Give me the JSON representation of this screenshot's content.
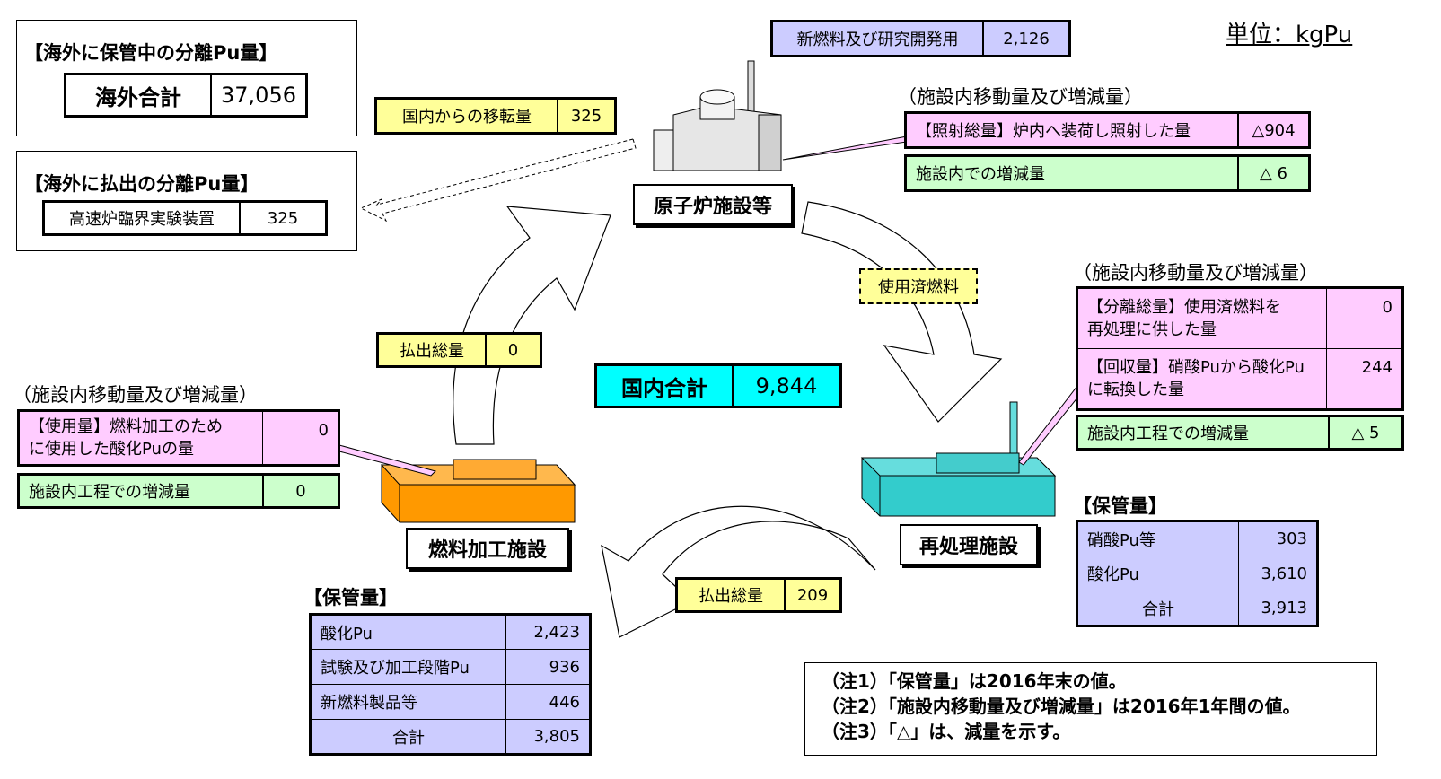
{
  "unit": "単位：kgPu",
  "overseas_stored": {
    "title": "【海外に保管中の分離Pu量】",
    "label": "海外合計",
    "value": "37,056"
  },
  "overseas_paid_out": {
    "title": "【海外に払出の分離Pu量】",
    "label": "高速炉臨界実験装置",
    "value": "325"
  },
  "domestic_transfer": {
    "label": "国内からの移転量",
    "value": "325"
  },
  "new_fuel": {
    "label": "新燃料及び研究開発用",
    "value": "2,126"
  },
  "reactor": {
    "name": "原子炉施設等",
    "section_title": "（施設内移動量及び増減量）",
    "irradiation_label": "【照射総量】炉内へ装荷し照射した量",
    "irradiation_value": "△904",
    "change_label": "施設内での増減量",
    "change_value": "△ 6"
  },
  "spent_fuel": "使用済燃料",
  "domestic_total": {
    "label": "国内合計",
    "value": "9,844"
  },
  "reprocessing": {
    "name": "再処理施設",
    "section_title": "（施設内移動量及び増減量）",
    "separation_label_1": "【分離総量】使用済燃料を",
    "separation_label_2": "再処理に供した量",
    "separation_value": "0",
    "recovery_label_1": "【回収量】硝酸Puから酸化Pu",
    "recovery_label_2": "に転換した量",
    "recovery_value": "244",
    "process_label": "施設内工程での増減量",
    "process_value": "△ 5",
    "storage_title": "【保管量】",
    "storage_rows": [
      {
        "label": "硝酸Pu等",
        "value": "303"
      },
      {
        "label": "酸化Pu",
        "value": "3,610"
      },
      {
        "label": "合計",
        "value": "3,913"
      }
    ],
    "paid_out_label": "払出総量",
    "paid_out_value": "209"
  },
  "fabrication": {
    "name": "燃料加工施設",
    "section_title": "（施設内移動量及び増減量）",
    "use_label_1": "【使用量】燃料加工のため",
    "use_label_2": "に使用した酸化Puの量",
    "use_value": "0",
    "process_label": "施設内工程での増減量",
    "process_value": "0",
    "storage_title": "【保管量】",
    "storage_rows": [
      {
        "label": "酸化Pu",
        "value": "2,423"
      },
      {
        "label": "試験及び加工段階Pu",
        "value": "936"
      },
      {
        "label": "新燃料製品等",
        "value": "446"
      },
      {
        "label": "合計",
        "value": "3,805"
      }
    ],
    "paid_out_label": "払出総量",
    "paid_out_value": "0"
  },
  "notes": [
    "（注1）「保管量」は2016年末の値。",
    "（注2）「施設内移動量及び増減量」は2016年1年間の値。",
    "（注3）「△」は、減量を示す。"
  ],
  "colors": {
    "yellow": "#ffff99",
    "pink": "#ffccff",
    "green": "#ccffcc",
    "lavender": "#ccccff",
    "cyan": "#00ffff",
    "orange": "#ff9900",
    "teal": "#33cccc"
  }
}
